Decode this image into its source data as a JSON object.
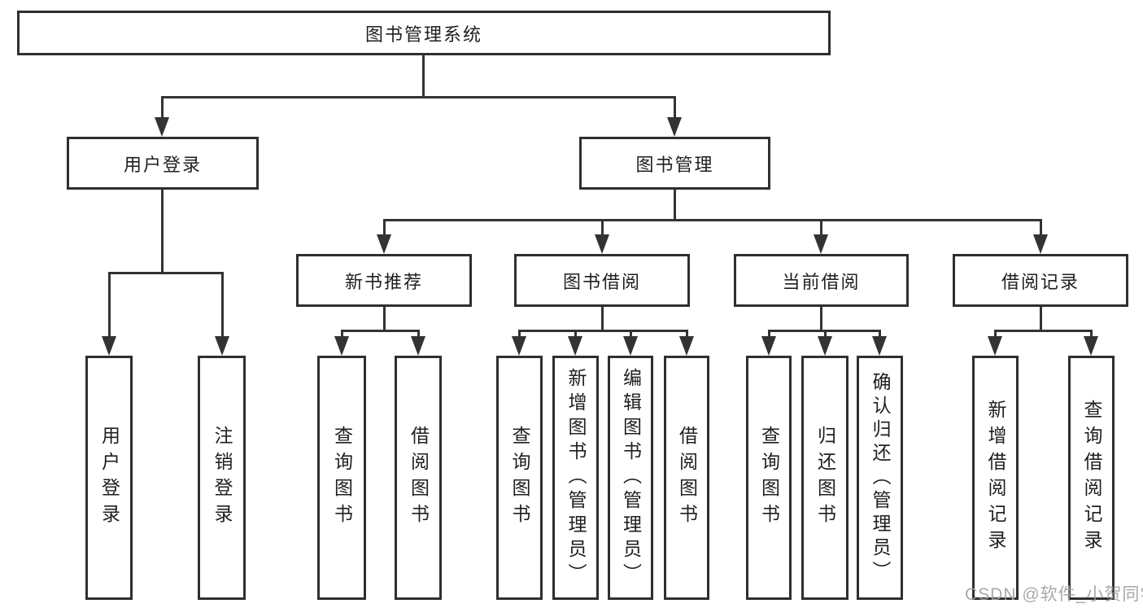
{
  "watermark": "CSDN @软件_小贺同学",
  "colors": {
    "line": "#333333",
    "border": "#2f2f2f",
    "background": "#ffffff",
    "watermark": "#a0a0a0"
  },
  "tree": {
    "root": {
      "label": "图书管理系统"
    },
    "children": [
      {
        "id": "user-login",
        "label": "用户登录",
        "children": [
          {
            "id": "user-login-leaf",
            "label": "用户登录"
          },
          {
            "id": "logout-leaf",
            "label": "注销登录"
          }
        ]
      },
      {
        "id": "book-management",
        "label": "图书管理",
        "children": [
          {
            "id": "new-book-recommend",
            "label": "新书推荐",
            "children": [
              {
                "id": "query-books",
                "label": "查询图书"
              },
              {
                "id": "borrow-books",
                "label": "借阅图书"
              }
            ]
          },
          {
            "id": "book-borrowing",
            "label": "图书借阅",
            "children": [
              {
                "id": "query-books",
                "label": "查询图书"
              },
              {
                "id": "add-books-admin",
                "label": "新增图书（管理员）"
              },
              {
                "id": "edit-books-admin",
                "label": "编辑图书（管理员）"
              },
              {
                "id": "borrow-books",
                "label": "借阅图书"
              }
            ]
          },
          {
            "id": "current-borrowing",
            "label": "当前借阅",
            "children": [
              {
                "id": "query-books",
                "label": "查询图书"
              },
              {
                "id": "return-books",
                "label": "归还图书"
              },
              {
                "id": "confirm-return-admin",
                "label": "确认归还（管理员）"
              }
            ]
          },
          {
            "id": "borrowing-records",
            "label": "借阅记录",
            "children": [
              {
                "id": "add-borrow-record",
                "label": "新增借阅记录"
              },
              {
                "id": "query-borrow-record",
                "label": "查询借阅记录"
              }
            ]
          }
        ]
      }
    ]
  }
}
